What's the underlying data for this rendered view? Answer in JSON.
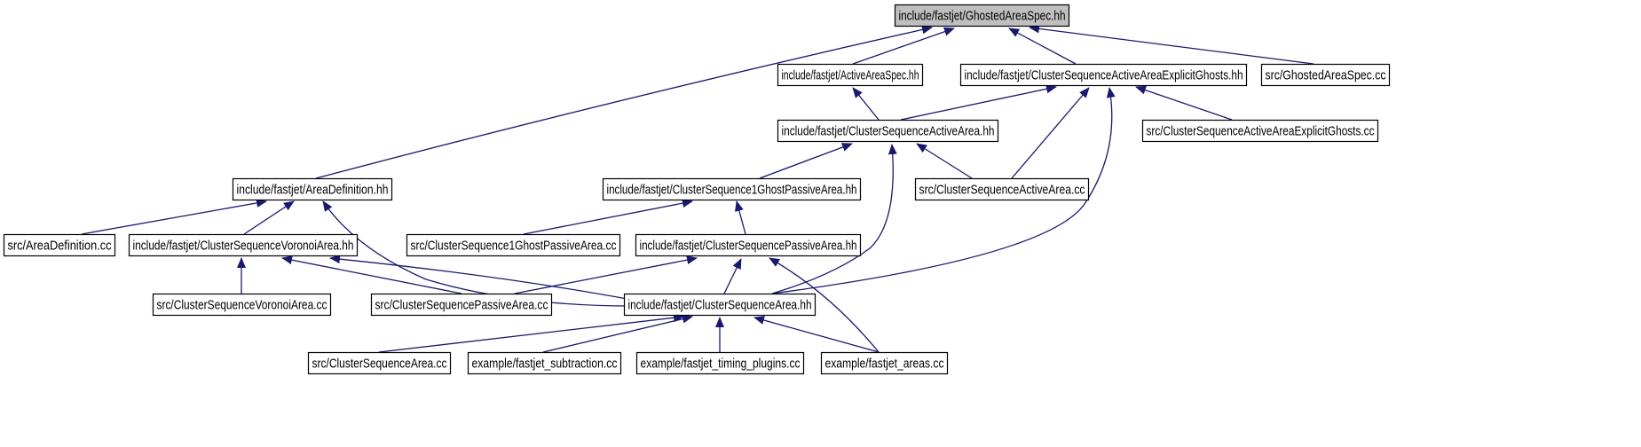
{
  "diagram": {
    "type": "include-dependency-graph",
    "colors": {
      "edge": "#191970",
      "root_fill": "#bfbfbf",
      "node_fill": "#ffffff",
      "border": "#000000"
    },
    "nodes": [
      {
        "id": "n0",
        "label": "include/fastjet/GhostedAreaSpec.hh",
        "highlight": true
      },
      {
        "id": "n1",
        "label": "include/fastjet/ActiveAreaSpec.hh"
      },
      {
        "id": "n2",
        "label": "include/fastjet/ClusterSequenceActiveAreaExplicitGhosts.hh"
      },
      {
        "id": "n3",
        "label": "src/GhostedAreaSpec.cc"
      },
      {
        "id": "n4",
        "label": "include/fastjet/ClusterSequenceActiveArea.hh"
      },
      {
        "id": "n5",
        "label": "src/ClusterSequenceActiveAreaExplicitGhosts.cc"
      },
      {
        "id": "n6",
        "label": "include/fastjet/AreaDefinition.hh"
      },
      {
        "id": "n7",
        "label": "include/fastjet/ClusterSequence1GhostPassiveArea.hh"
      },
      {
        "id": "n8",
        "label": "src/ClusterSequenceActiveArea.cc"
      },
      {
        "id": "n9",
        "label": "src/AreaDefinition.cc"
      },
      {
        "id": "n10",
        "label": "include/fastjet/ClusterSequenceVoronoiArea.hh"
      },
      {
        "id": "n11",
        "label": "src/ClusterSequence1GhostPassiveArea.cc"
      },
      {
        "id": "n12",
        "label": "include/fastjet/ClusterSequencePassiveArea.hh"
      },
      {
        "id": "n13",
        "label": "src/ClusterSequenceVoronoiArea.cc"
      },
      {
        "id": "n14",
        "label": "src/ClusterSequencePassiveArea.cc"
      },
      {
        "id": "n15",
        "label": "include/fastjet/ClusterSequenceArea.hh"
      },
      {
        "id": "n16",
        "label": "src/ClusterSequenceArea.cc"
      },
      {
        "id": "n17",
        "label": "example/fastjet_subtraction.cc"
      },
      {
        "id": "n18",
        "label": "example/fastjet_timing_plugins.cc"
      },
      {
        "id": "n19",
        "label": "example/fastjet_areas.cc"
      }
    ],
    "edges": [
      {
        "from": "n1",
        "to": "n0"
      },
      {
        "from": "n2",
        "to": "n0"
      },
      {
        "from": "n3",
        "to": "n0"
      },
      {
        "from": "n6",
        "to": "n0"
      },
      {
        "from": "n4",
        "to": "n1"
      },
      {
        "from": "n4",
        "to": "n2"
      },
      {
        "from": "n5",
        "to": "n2"
      },
      {
        "from": "n8",
        "to": "n2"
      },
      {
        "from": "n15",
        "to": "n2"
      },
      {
        "from": "n7",
        "to": "n4"
      },
      {
        "from": "n8",
        "to": "n4"
      },
      {
        "from": "n15",
        "to": "n4"
      },
      {
        "from": "n9",
        "to": "n6"
      },
      {
        "from": "n10",
        "to": "n6"
      },
      {
        "from": "n15",
        "to": "n6"
      },
      {
        "from": "n11",
        "to": "n7"
      },
      {
        "from": "n12",
        "to": "n7"
      },
      {
        "from": "n13",
        "to": "n10"
      },
      {
        "from": "n14",
        "to": "n10"
      },
      {
        "from": "n15",
        "to": "n10"
      },
      {
        "from": "n14",
        "to": "n12"
      },
      {
        "from": "n15",
        "to": "n12"
      },
      {
        "from": "n19",
        "to": "n12"
      },
      {
        "from": "n16",
        "to": "n15"
      },
      {
        "from": "n17",
        "to": "n15"
      },
      {
        "from": "n18",
        "to": "n15"
      },
      {
        "from": "n19",
        "to": "n15"
      }
    ]
  }
}
